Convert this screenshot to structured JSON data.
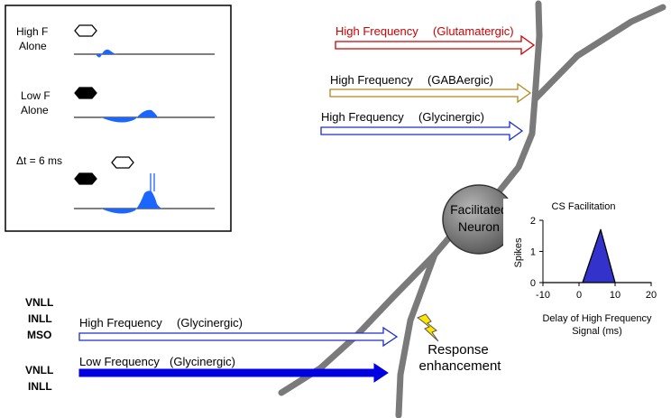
{
  "inset": {
    "rows": [
      {
        "line1": "High F",
        "line2": "Alone"
      },
      {
        "line1": "Low F",
        "line2": "Alone"
      },
      {
        "line1": "Δt = 6 ms",
        "line2": ""
      }
    ]
  },
  "inputs_top": [
    {
      "label": "High Frequency",
      "type": "(Glutamatergic)",
      "color": "#cc0000"
    },
    {
      "label": "High Frequency",
      "type": "(GABAergic)",
      "color": "#b08a1e"
    },
    {
      "label": "High Frequency",
      "type": "(Glycinergic)",
      "color": "#1a2fcc"
    }
  ],
  "inputs_bottom": {
    "source_groups": [
      [
        "VNLL",
        "INLL",
        "MSO"
      ],
      [
        "VNLL",
        "INLL"
      ]
    ],
    "arrows": [
      {
        "label": "High Frequency",
        "type": "(Glycinergic)",
        "style": "hollow",
        "color": "#1a2fcc"
      },
      {
        "label": "Low Frequency",
        "type": "(Glycinergic)",
        "style": "filled",
        "color": "#0000e0"
      }
    ]
  },
  "neuron": {
    "line1": "Facilitated",
    "line2": "Neuron"
  },
  "response": {
    "line1": "Response",
    "line2": "enhancement"
  },
  "cs_chart": {
    "title": "CS Facilitation",
    "xlabel_line1": "Delay of High Frequency",
    "xlabel_line2": "Signal (ms)",
    "ylabel": "Spikes",
    "x_ticks": [
      "-10",
      "0",
      "10",
      "20"
    ],
    "y_ticks": [
      "2",
      "1",
      "0"
    ]
  },
  "chart_data": {
    "type": "area",
    "title": "CS Facilitation",
    "xlabel": "Delay of High Frequency Signal (ms)",
    "ylabel": "Spikes",
    "x": [
      -10,
      0,
      1,
      6,
      10,
      20
    ],
    "y": [
      0,
      0,
      0,
      1.7,
      0,
      0
    ],
    "xlim": [
      -10,
      20
    ],
    "ylim": [
      0,
      2
    ],
    "fill_color": "#3333cc"
  }
}
